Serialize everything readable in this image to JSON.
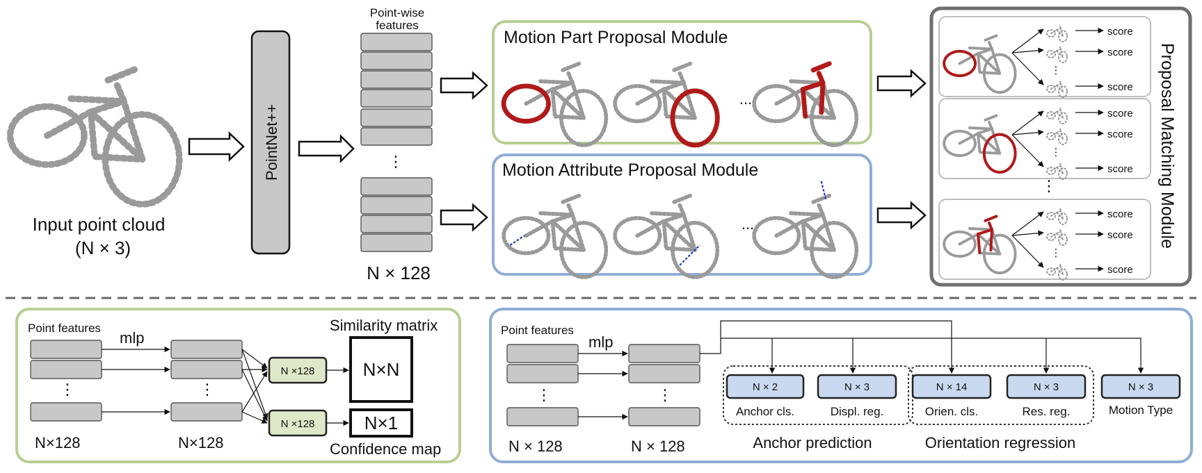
{
  "top": {
    "input_label": "Input point cloud",
    "input_dims": "(N × 3)",
    "backbone_label": "PointNet++",
    "features_label_line1": "Point-wise",
    "features_label_line2": "features",
    "features_dims": "N × 128",
    "ellipsis": "⋮",
    "part_module_title": "Motion Part Proposal Module",
    "attr_module_title": "Motion Attribute Proposal Module",
    "proposal_ellipsis": "...",
    "matching_module_title": "Proposal Matching Module",
    "score_label": "score"
  },
  "bottom_left": {
    "point_features": "Point features",
    "mlp": "mlp",
    "dims_left": "N×128",
    "dims_mid": "N×128",
    "box1": "N ×128",
    "box2": "N ×128",
    "sim_title": "Similarity matrix",
    "sim_box": "N×N",
    "conf_box": "N×1",
    "conf_title": "Confidence map"
  },
  "bottom_right": {
    "point_features": "Point features",
    "mlp": "mlp",
    "dims_left": "N × 128",
    "dims_mid": "N × 128",
    "heads": [
      {
        "box": "N × 2",
        "label": "Anchor cls."
      },
      {
        "box": "N × 3",
        "label": "Displ. reg."
      },
      {
        "box": "N × 14",
        "label": "Orien. cls."
      },
      {
        "box": "N × 3",
        "label": "Res.  reg."
      },
      {
        "box": "N × 3",
        "label": "Motion Type"
      }
    ],
    "group1": "Anchor prediction",
    "group2": "Orientation regression"
  },
  "colors": {
    "green_border": "#b7cf92",
    "blue_border": "#8fadd6",
    "gray_border": "#6f6f6f",
    "red_part": "#b11a1a",
    "blue_axis": "#1f3fbf"
  }
}
